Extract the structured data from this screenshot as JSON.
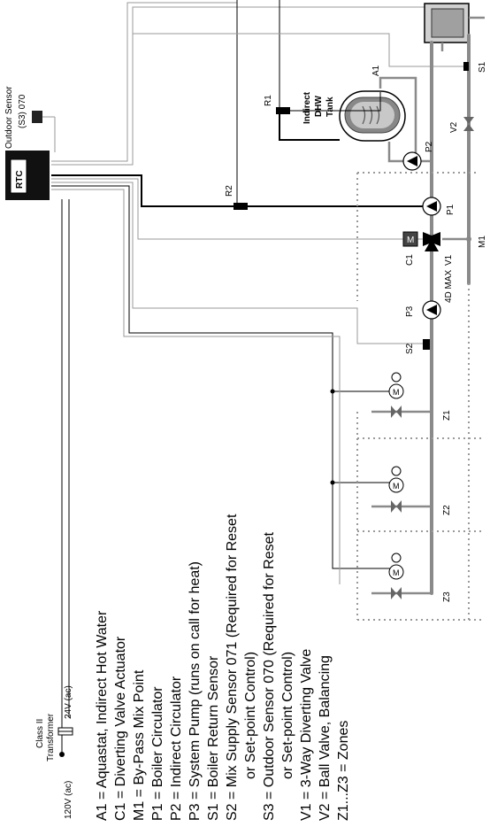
{
  "labels": {
    "outdoor_sensor_title": "Outdoor Sensor",
    "outdoor_sensor_code": "(S3) 070",
    "control": "RTC",
    "tank_line1": "Indirect",
    "tank_line2": "DHW",
    "tank_line3": "Tank",
    "a1": "A1",
    "r1": "R1",
    "r2": "R2",
    "p1": "P1",
    "p2": "P2",
    "p3": "P3",
    "v1": "V1",
    "v2": "V2",
    "c1": "C1",
    "m1": "M1",
    "s1": "S1",
    "s2": "S2",
    "z1": "Z1",
    "z2": "Z2",
    "z3": "Z3",
    "actuator": "M",
    "zone_valve": "M",
    "four_d_max": "4D MAX",
    "transformer_title": "Class II",
    "transformer_sub": "Transformer",
    "v120": "120V (ac)",
    "v24": "24V (ac)"
  },
  "legend": [
    "A1 = Aquastat, Indirect Hot Water",
    "C1 = Diverting Valve Actuator",
    "M1 = By-Pass Mix Point",
    "P1 = Boiler Circulator",
    "P2 = Indirect Circulator",
    "P3 = System Pump (runs on call for heat)",
    "S1 = Boiler Return Sensor",
    "S2 = Mix Supply Sensor 071 (Required for Reset",
    "or Set-point Control)",
    "S3 = Outdoor Sensor 070 (Required for Reset",
    "or Set-point Control)",
    "V1 = 3-Way Diverting Valve",
    "V2 = Ball Valve, Balancing",
    "Z1...Z3 = Zones"
  ]
}
